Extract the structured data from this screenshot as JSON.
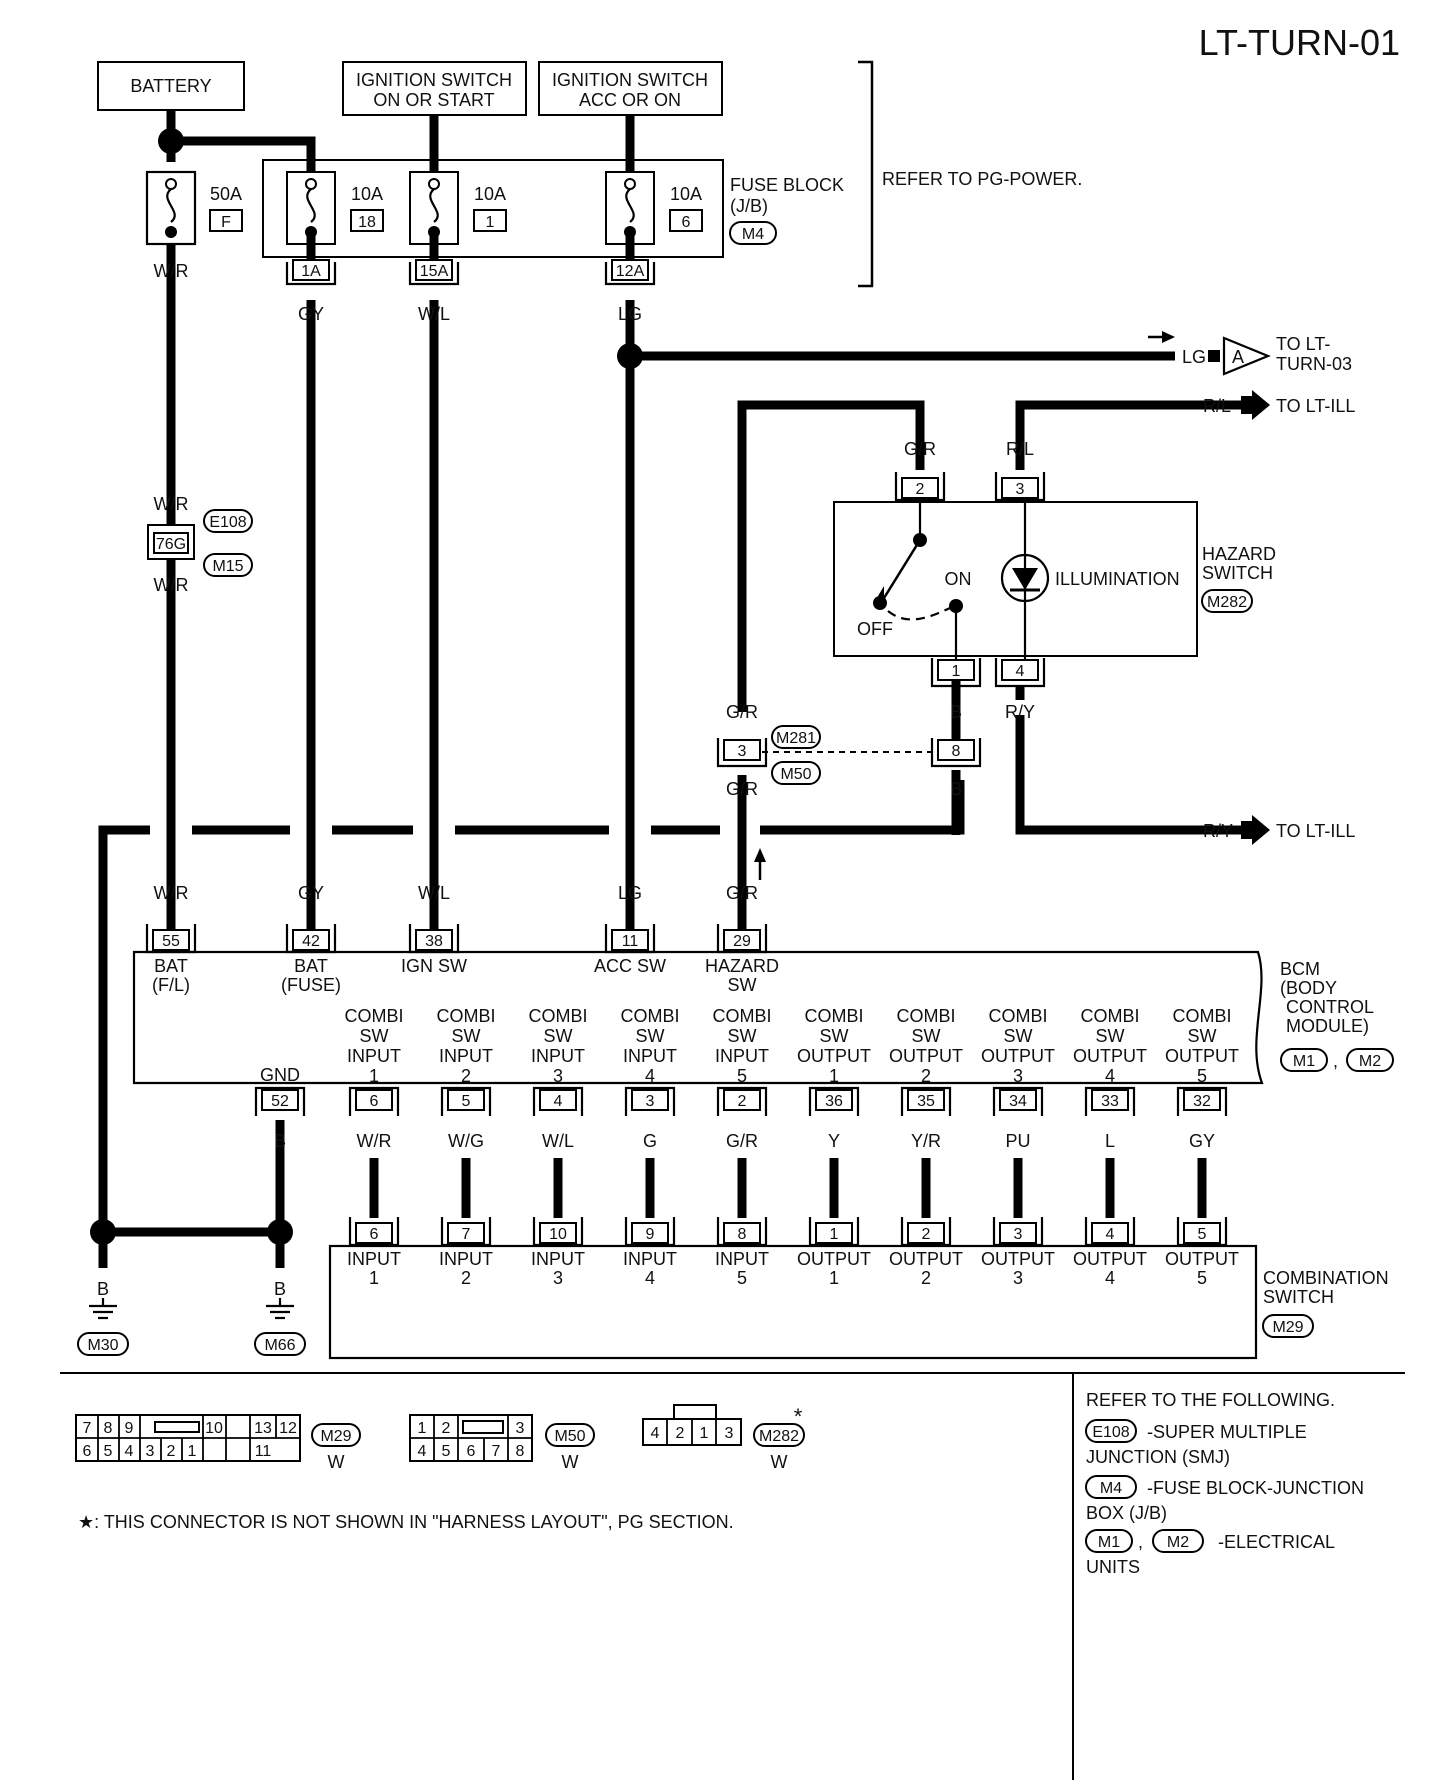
{
  "page_id": "LT-TURN-01",
  "sources": {
    "battery": "BATTERY",
    "ign_on_start": [
      "IGNITION SWITCH",
      "ON OR START"
    ],
    "ign_acc_on": [
      "IGNITION SWITCH",
      "ACC OR ON"
    ]
  },
  "fuse_block": {
    "label": [
      "FUSE BLOCK",
      "(J/B)"
    ],
    "connector": "M4",
    "refer": "REFER TO PG-POWER.",
    "fusible_link": {
      "amp": "50A",
      "id": "F"
    },
    "fuses": [
      {
        "amp": "10A",
        "num": "18",
        "terminal": "1A"
      },
      {
        "amp": "10A",
        "num": "1",
        "terminal": "15A"
      },
      {
        "amp": "10A",
        "num": "6",
        "terminal": "12A"
      }
    ]
  },
  "wires": {
    "wr": "W/R",
    "gy": "GY",
    "wl": "W/L",
    "lg": "LG",
    "gr": "G/R",
    "rl": "R/L",
    "ry": "R/Y",
    "b": "B",
    "wg": "W/G",
    "g": "G",
    "y": "Y",
    "yr": "Y/R",
    "pu": "PU",
    "l": "L"
  },
  "offpage": {
    "to_turn03": [
      "TO LT-",
      "TURN-03"
    ],
    "to_ill": "TO LT-ILL",
    "ref_a": "A"
  },
  "smj": {
    "terminal": "76G",
    "connectors": [
      "E108",
      "M15"
    ]
  },
  "hazard_switch": {
    "label": [
      "HAZARD",
      "SWITCH"
    ],
    "connector": "M282",
    "pins": [
      "2",
      "3",
      "1",
      "4"
    ],
    "on": "ON",
    "off": "OFF",
    "illumination": "ILLUMINATION"
  },
  "joint_connector": {
    "pin_left": "3",
    "pin_right": "8",
    "connectors": [
      "M281",
      "M50"
    ]
  },
  "bcm": {
    "label": [
      "BCM",
      "(BODY",
      "CONTROL",
      "MODULE)"
    ],
    "connectors": [
      "M1",
      "M2"
    ],
    "top_pins": [
      {
        "pin": "55",
        "name": [
          "BAT",
          "(F/L)"
        ]
      },
      {
        "pin": "42",
        "name": [
          "BAT",
          "(FUSE)"
        ]
      },
      {
        "pin": "38",
        "name": [
          "IGN SW"
        ]
      },
      {
        "pin": "11",
        "name": [
          "ACC SW"
        ]
      },
      {
        "pin": "29",
        "name": [
          "HAZARD",
          "SW"
        ]
      }
    ],
    "gnd": {
      "pin": "52",
      "name": "GND"
    },
    "bottom_pins": [
      {
        "pin": "6",
        "name": [
          "COMBI",
          "SW",
          "INPUT",
          "1"
        ],
        "wire": "W/R"
      },
      {
        "pin": "5",
        "name": [
          "COMBI",
          "SW",
          "INPUT",
          "2"
        ],
        "wire": "W/G"
      },
      {
        "pin": "4",
        "name": [
          "COMBI",
          "SW",
          "INPUT",
          "3"
        ],
        "wire": "W/L"
      },
      {
        "pin": "3",
        "name": [
          "COMBI",
          "SW",
          "INPUT",
          "4"
        ],
        "wire": "G"
      },
      {
        "pin": "2",
        "name": [
          "COMBI",
          "SW",
          "INPUT",
          "5"
        ],
        "wire": "G/R"
      },
      {
        "pin": "36",
        "name": [
          "COMBI",
          "SW",
          "OUTPUT",
          "1"
        ],
        "wire": "Y"
      },
      {
        "pin": "35",
        "name": [
          "COMBI",
          "SW",
          "OUTPUT",
          "2"
        ],
        "wire": "Y/R"
      },
      {
        "pin": "34",
        "name": [
          "COMBI",
          "SW",
          "OUTPUT",
          "3"
        ],
        "wire": "PU"
      },
      {
        "pin": "33",
        "name": [
          "COMBI",
          "SW",
          "OUTPUT",
          "4"
        ],
        "wire": "L"
      },
      {
        "pin": "32",
        "name": [
          "COMBI",
          "SW",
          "OUTPUT",
          "5"
        ],
        "wire": "GY"
      }
    ]
  },
  "combination_switch": {
    "label": [
      "COMBINATION",
      "SWITCH"
    ],
    "connector": "M29",
    "pins": [
      {
        "pin": "6",
        "name": [
          "INPUT",
          "1"
        ]
      },
      {
        "pin": "7",
        "name": [
          "INPUT",
          "2"
        ]
      },
      {
        "pin": "10",
        "name": [
          "INPUT",
          "3"
        ]
      },
      {
        "pin": "9",
        "name": [
          "INPUT",
          "4"
        ]
      },
      {
        "pin": "8",
        "name": [
          "INPUT",
          "5"
        ]
      },
      {
        "pin": "1",
        "name": [
          "OUTPUT",
          "1"
        ]
      },
      {
        "pin": "2",
        "name": [
          "OUTPUT",
          "2"
        ]
      },
      {
        "pin": "3",
        "name": [
          "OUTPUT",
          "3"
        ]
      },
      {
        "pin": "4",
        "name": [
          "OUTPUT",
          "4"
        ]
      },
      {
        "pin": "5",
        "name": [
          "OUTPUT",
          "5"
        ]
      }
    ]
  },
  "grounds": [
    {
      "connector": "M30",
      "wire": "B"
    },
    {
      "connector": "M66",
      "wire": "B"
    }
  ],
  "connector_views": [
    {
      "id": "M29",
      "color": "W",
      "top": [
        "7",
        "8",
        "9",
        "10",
        "13",
        "12"
      ],
      "bottom": [
        "6",
        "5",
        "4",
        "3",
        "2",
        "1",
        "11"
      ]
    },
    {
      "id": "M50",
      "color": "W",
      "top": [
        "1",
        "2",
        "3"
      ],
      "bottom": [
        "4",
        "5",
        "6",
        "7",
        "8"
      ]
    },
    {
      "id": "M282",
      "color": "W",
      "pins": [
        "4",
        "2",
        "1",
        "3"
      ],
      "mark": "*"
    }
  ],
  "footnote": "★: THIS CONNECTOR IS NOT SHOWN IN \"HARNESS LAYOUT\", PG SECTION.",
  "references": {
    "heading": "REFER TO THE FOLLOWING.",
    "items": [
      {
        "conn": [
          "E108"
        ],
        "text": [
          "-SUPER MULTIPLE",
          "JUNCTION (SMJ)"
        ]
      },
      {
        "conn": [
          "M4"
        ],
        "text": [
          "-FUSE BLOCK-JUNCTION",
          "BOX (J/B)"
        ]
      },
      {
        "conn": [
          "M1",
          "M2"
        ],
        "text": [
          "-ELECTRICAL",
          "UNITS"
        ]
      }
    ]
  }
}
